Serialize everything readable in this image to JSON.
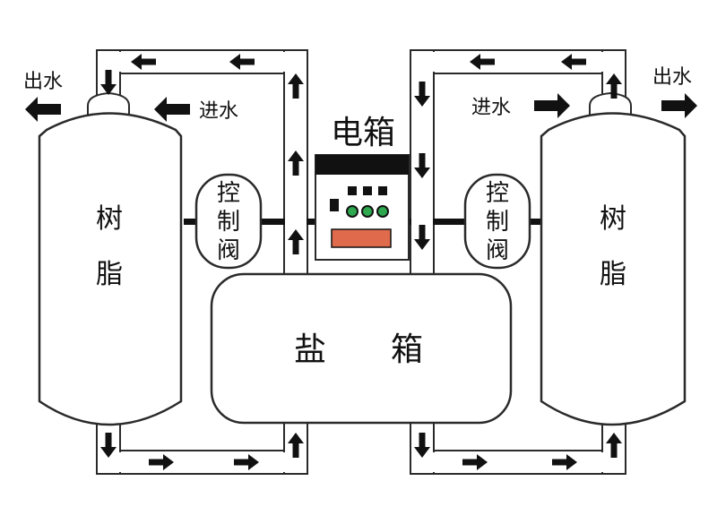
{
  "colors": {
    "outline": "#2a2a2a",
    "arrow": "#111111",
    "pipe_fill": "#ffffff",
    "display": "#e06a4c",
    "led": "#2ea84e",
    "panel_header": "#111111"
  },
  "labels": {
    "outlet_left": "出水",
    "outlet_right": "出水",
    "inlet_left": "进水",
    "inlet_right": "进水",
    "control_box": "电箱",
    "salt_tank": "盐　　箱",
    "resin_left": [
      "树",
      "脂"
    ],
    "resin_right": [
      "树",
      "脂"
    ],
    "valve_left": [
      "控",
      "制",
      "阀"
    ],
    "valve_right": [
      "控",
      "制",
      "阀"
    ]
  },
  "icons": {
    "arrow": "arrow-icon",
    "led": "indicator-light-icon",
    "button": "panel-button-icon"
  }
}
